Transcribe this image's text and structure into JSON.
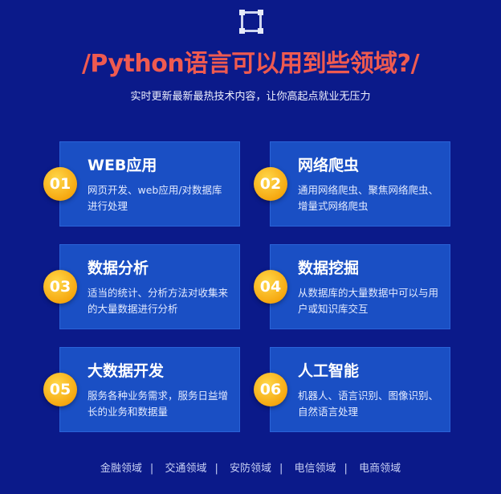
{
  "header": {
    "title": "/Python语言可以用到些领域?/",
    "subtitle": "实时更新最新最热技术内容，让你高起点就业无压力"
  },
  "cards": [
    {
      "num": "01",
      "title": "WEB应用",
      "desc": "网页开发、web应用/对数据库进行处理"
    },
    {
      "num": "02",
      "title": "网络爬虫",
      "desc": "通用网络爬虫、聚焦网络爬虫、增量式网络爬虫"
    },
    {
      "num": "03",
      "title": "数据分析",
      "desc": "适当的统计、分析方法对收集来的大量数据进行分析"
    },
    {
      "num": "04",
      "title": "数据挖掘",
      "desc": "从数据库的大量数据中可以与用户或知识库交互"
    },
    {
      "num": "05",
      "title": "大数据开发",
      "desc": "服务各种业务需求，服务日益增长的业务和数据量"
    },
    {
      "num": "06",
      "title": "人工智能",
      "desc": "机器人、语言识别、图像识别、自然语言处理"
    }
  ],
  "footer": {
    "items": [
      "金融领域",
      "交通领域",
      "安防领域",
      "电信领域",
      "电商领域"
    ],
    "separator": "|"
  }
}
